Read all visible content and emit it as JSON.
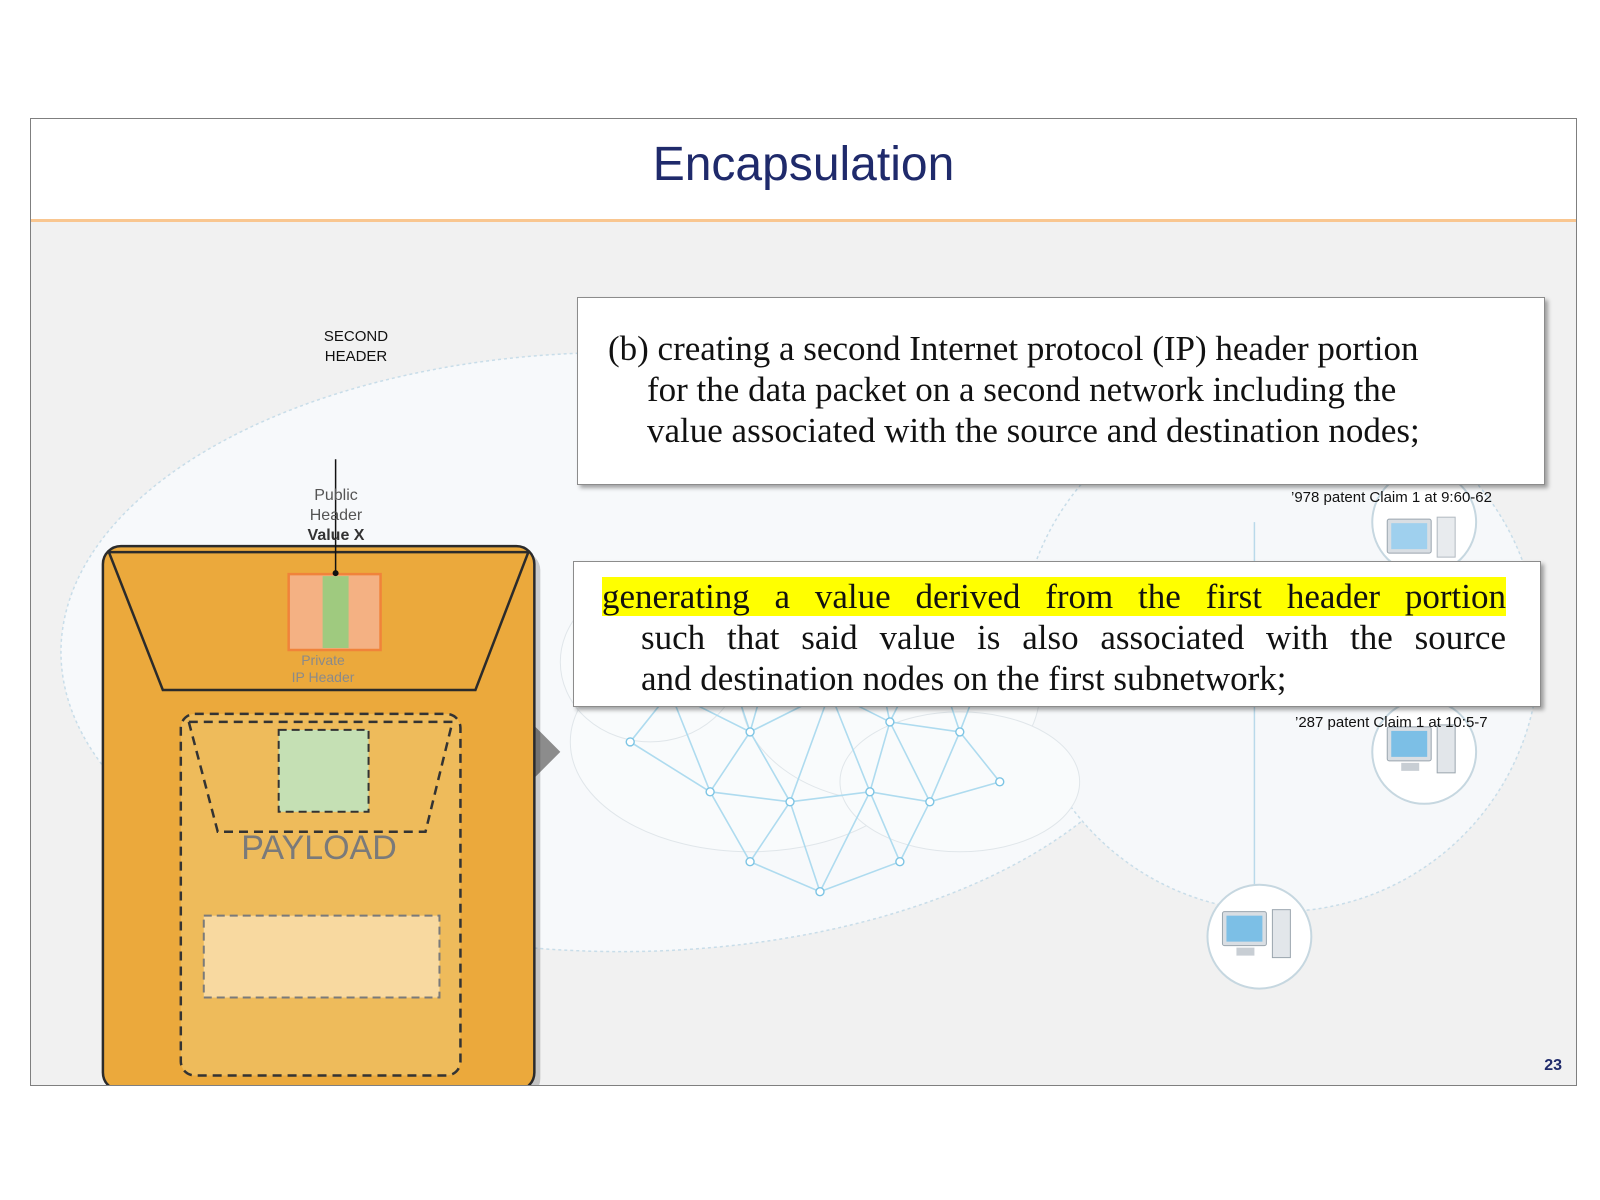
{
  "slide": {
    "title": "Encapsulation",
    "page_number": "23"
  },
  "diagram": {
    "second_header_label_line1": "SECOND",
    "second_header_label_line2": "HEADER",
    "public_header_line1": "Public",
    "public_header_line2": "Header",
    "public_header_value": "Value X",
    "private_header_line1": "Private",
    "private_header_line2": "IP Header",
    "payload_label": "PAYLOAD"
  },
  "claims": [
    {
      "lines": [
        "(b) creating a second Internet protocol (IP) header portion",
        "for the data packet on a second network including the",
        "value associated with the source and destination nodes;"
      ],
      "citation": "’978 patent Claim 1 at 9:60-62"
    },
    {
      "highlighted_line": "generating a value derived from the first header portion",
      "lines": [
        "such that said value is also associated with the source",
        "and destination nodes on the first subnetwork;"
      ],
      "citation": "’287 patent Claim 1 at 10:5-7"
    }
  ],
  "colors": {
    "title": "#1f2a6b",
    "envelope": "#eba93c",
    "public_header": "#f4b183",
    "value_x_strip": "#8fcf7f",
    "private_header": "#c5e0b4",
    "payload": "#f8d9a0",
    "highlight": "#ffff00"
  }
}
